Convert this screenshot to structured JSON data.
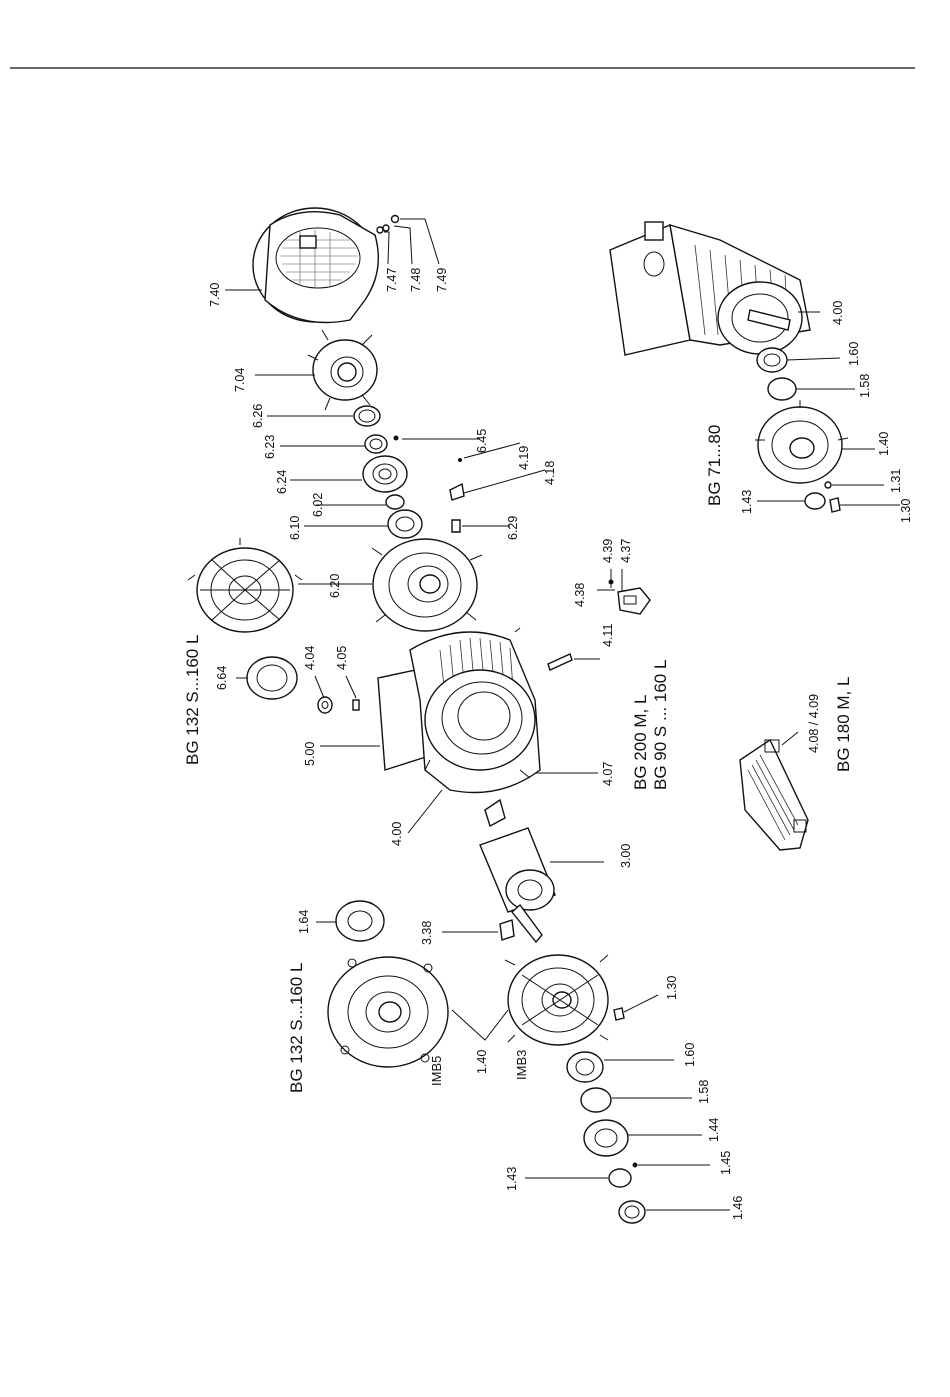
{
  "groups": {
    "bg132_top": "BG 132 S...160 L",
    "bg200": "BG 200 M, L",
    "bg90": "BG 90 S ... 160 L",
    "bg71": "BG 71...80",
    "bg180": "BG 180 M, L",
    "bg132_bottom": "BG 132 S...160 L",
    "imb5": "IMB5",
    "imb3": "IMB3"
  },
  "labels": {
    "p740": "7.40",
    "p747": "7.47",
    "p748": "7.48",
    "p749": "7.49",
    "p704": "7.04",
    "p626": "6.26",
    "p623": "6.23",
    "p645": "6.45",
    "p624": "6.24",
    "p419": "4.19",
    "p418": "4.18",
    "p602": "6.02",
    "p610": "6.10",
    "p629": "6.29",
    "p620": "6.20",
    "p439": "4.39",
    "p437": "4.37",
    "p438": "4.38",
    "p411": "4.11",
    "p664": "6.64",
    "p404": "4.04",
    "p405": "4.05",
    "p500": "5.00",
    "p407": "4.07",
    "p400": "4.00",
    "p300": "3.00",
    "p338": "3.38",
    "p164": "1.64",
    "p140": "1.40",
    "p130": "1.30",
    "p160": "1.60",
    "p158": "1.58",
    "p144": "1.44",
    "p145": "1.45",
    "p143": "1.43",
    "p146": "1.46",
    "p408": "4.08 / 4.09",
    "r400": "4.00",
    "r160": "1.60",
    "r158": "1.58",
    "r140": "1.40",
    "r131": "1.31",
    "r143": "1.43",
    "r130": "1.30"
  }
}
